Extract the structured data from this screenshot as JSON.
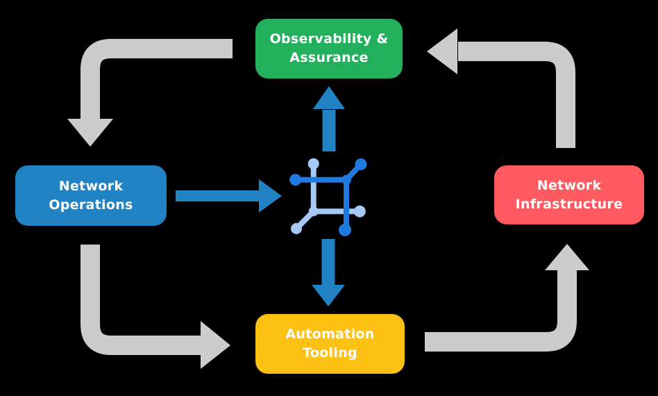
{
  "diagram": {
    "background": "#000000",
    "colors": {
      "arrow_gray": "#cccccc",
      "arrow_blue": "#2183c4",
      "icon_dark_blue": "#1f7ae0",
      "icon_light_blue": "#a6c8f5",
      "text": "#ffffff"
    },
    "nodes": [
      {
        "id": "observability-assurance",
        "lines": [
          "Observability &",
          "Assurance"
        ],
        "color": "#22b05c"
      },
      {
        "id": "network-operations",
        "lines": [
          "Network",
          "Operations"
        ],
        "color": "#2183c4"
      },
      {
        "id": "network-infrastructure",
        "lines": [
          "Network",
          "Infrastructure"
        ],
        "color": "#ff5a5f"
      },
      {
        "id": "automation-tooling",
        "lines": [
          "Automation",
          "Tooling"
        ],
        "color": "#fdc113"
      }
    ],
    "center_icon": "network-nodes-icon",
    "cycle_arrows": [
      "observability-to-operations",
      "operations-to-automation",
      "automation-to-infrastructure",
      "infrastructure-to-observability"
    ],
    "core_arrows": [
      "operations-to-core",
      "core-to-observability",
      "core-to-automation"
    ]
  }
}
